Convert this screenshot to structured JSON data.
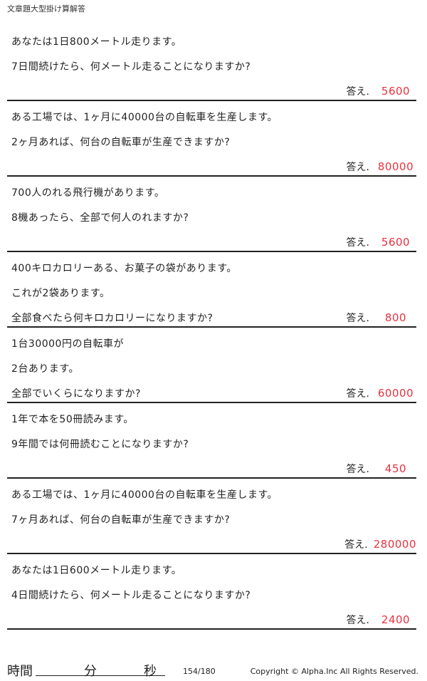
{
  "header": {
    "title": "文章題大型掛け算解答"
  },
  "accent_color": "#e8323f",
  "answer_label": "答え.",
  "problems": [
    {
      "lines": [
        "あなたは1日800メートル走ります。",
        "7日間続けたら、何メートル走ることになりますか?"
      ],
      "answer": "5600"
    },
    {
      "lines": [
        "ある工場では、1ヶ月に40000台の自転車を生産します。",
        "2ヶ月あれば、何台の自転車が生産できますか?"
      ],
      "answer": "80000"
    },
    {
      "lines": [
        "700人のれる飛行機があります。",
        "8機あったら、全部で何人のれますか?"
      ],
      "answer": "5600"
    },
    {
      "lines": [
        "400キロカロリーある、お菓子の袋があります。",
        "これが2袋あります。",
        "全部食べたら何キロカロリーになりますか?"
      ],
      "answer": "800"
    },
    {
      "lines": [
        "1台30000円の自転車が",
        "2台あります。",
        "全部でいくらになりますか?"
      ],
      "answer": "60000"
    },
    {
      "lines": [
        "1年で本を50冊読みます。",
        "9年間では何冊読むことになりますか?"
      ],
      "answer": "450"
    },
    {
      "lines": [
        "ある工場では、1ヶ月に40000台の自転車を生産します。",
        "7ヶ月あれば、何台の自転車が生産できますか?"
      ],
      "answer": "280000"
    },
    {
      "lines": [
        "あなたは1日600メートル走ります。",
        "4日間続けたら、何メートル走ることになりますか?"
      ],
      "answer": "2400"
    }
  ],
  "footer": {
    "time_label": "時間",
    "minutes_label": "分",
    "seconds_label": "秒",
    "page": "154/180",
    "copyright": "Copyright © Alpha.Inc All Rights Reserved."
  }
}
